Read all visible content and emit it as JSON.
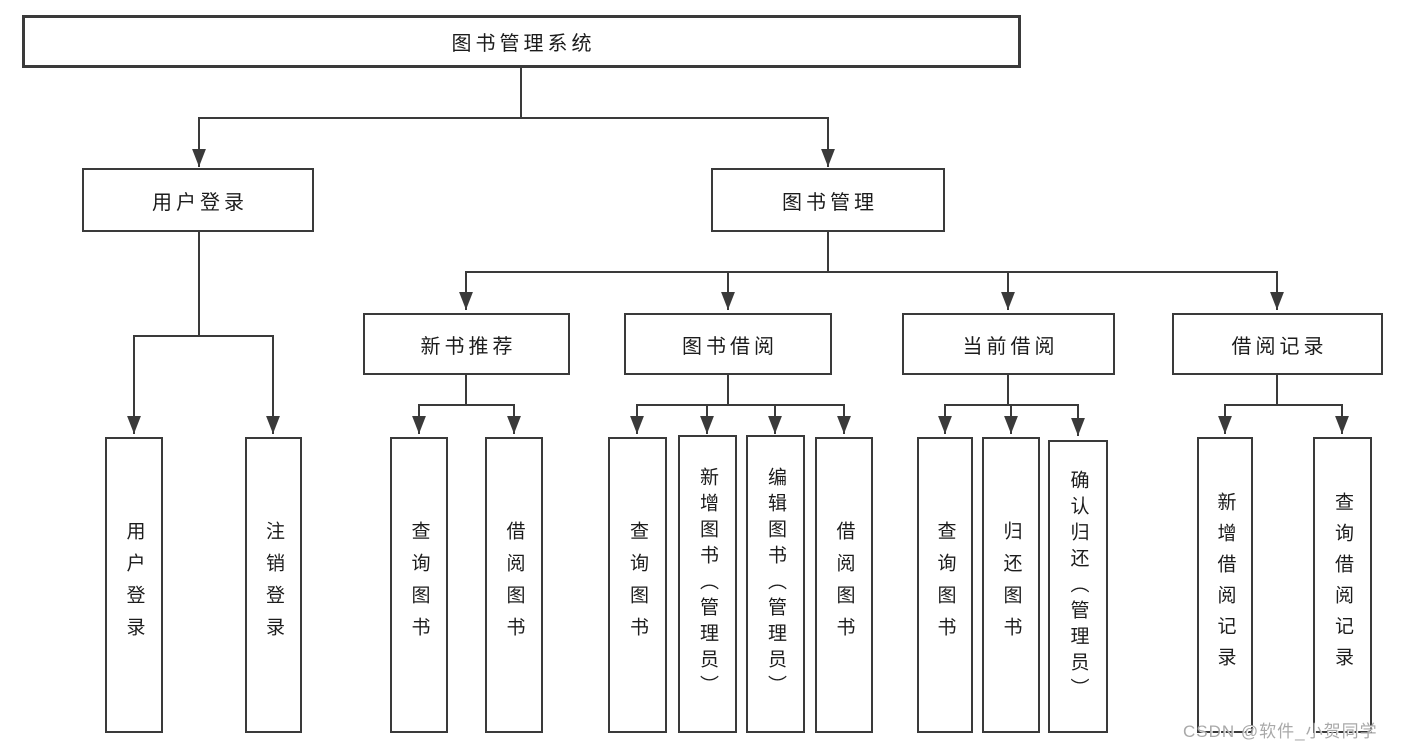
{
  "diagram_title": "图书管理系统",
  "nodes": {
    "root": {
      "label": "图书管理系统"
    },
    "user_login": {
      "label": "用户登录"
    },
    "book_mgmt": {
      "label": "图书管理"
    },
    "new_book_rec": {
      "label": "新书推荐"
    },
    "book_borrow": {
      "label": "图书借阅"
    },
    "current_borrow": {
      "label": "当前借阅"
    },
    "borrow_record": {
      "label": "借阅记录"
    },
    "leaf_user_login": {
      "label": "用户登录"
    },
    "leaf_logout": {
      "label": "注销登录"
    },
    "leaf_query_book_1": {
      "label": "查询图书"
    },
    "leaf_borrow_book_1": {
      "label": "借阅图书"
    },
    "leaf_query_book_2": {
      "label": "查询图书"
    },
    "leaf_add_book": {
      "label": "新增图书（管理员）"
    },
    "leaf_edit_book": {
      "label": "编辑图书（管理员）"
    },
    "leaf_borrow_book_2": {
      "label": "借阅图书"
    },
    "leaf_query_book_3": {
      "label": "查询图书"
    },
    "leaf_return_book": {
      "label": "归还图书"
    },
    "leaf_confirm_return": {
      "label": "确认归还（管理员）"
    },
    "leaf_add_record": {
      "label": "新增借阅记录"
    },
    "leaf_query_record": {
      "label": "查询借阅记录"
    }
  },
  "watermark": "CSDN @软件_小贺同学",
  "colors": {
    "line": "#3a3a3a",
    "box_border": "#3a3a3a",
    "text": "#1c1c1c",
    "watermark": "#a9a9a9",
    "background": "#ffffff"
  }
}
